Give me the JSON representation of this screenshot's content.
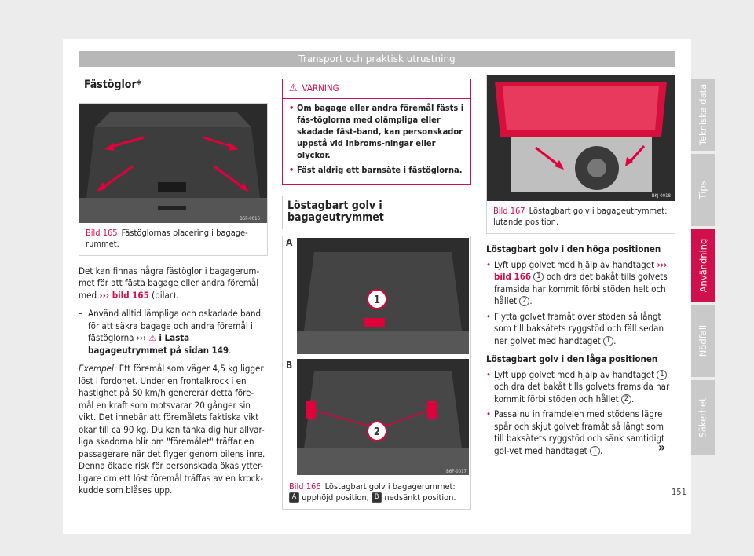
{
  "header": {
    "title": "Transport och praktisk utrustning"
  },
  "col1": {
    "section_title": "Fästöglor*",
    "fig165": {
      "code": "B6F-0016",
      "label": "Bild 165",
      "caption": "Fästöglornas placering i bagage-rummet."
    },
    "p1a": "Det kan finnas några fästöglor i bagagerum-met för att fästa bagage eller andra föremål med ",
    "p1_ref": "››› bild 165",
    "p1b": " (pilar).",
    "dash1a": "Använd alltid lämpliga och oskadade band för att säkra bagage och andra föremål i fästöglorna ››› ",
    "dash1_ref": " i Lasta bagageutrymmet på sidan 149",
    "dash1b": ".",
    "example_label": "Exempel",
    "example_text": ": Ett föremål som väger 4,5 kg ligger löst i fordonet. Under en frontalkrock i en hastighet på 50 km/h genererar detta före-mål en kraft som motsvarar 20 gånger sin vikt. Det innebär att föremålets faktiska vikt ökar till ca 90 kg. Du kan tänka dig hur allvar-liga skadorna blir om \"föremålet\" träffar en passagerare när det flyger genom bilens inre. Denna ökade risk för personskada ökas ytter-ligare om ett löst föremål träffas av en krock-kudde som blåses upp."
  },
  "col2": {
    "warning_title": "VARNING",
    "warn1": "Om bagage eller andra föremål fästs i fäs-töglorna med olämpliga eller skadade fäst-band, kan personskador uppstå vid inbroms-ningar eller olyckor.",
    "warn2": "Fäst aldrig ett barnsäte i fästöglorna.",
    "section_title": "Löstagbart golv i bagageutrymmet",
    "fig166": {
      "code": "B6F-0017",
      "label": "Bild 166",
      "caption_a": "Löstagbart golv i bagagerummet: ",
      "caption_b": " upphöjd position; ",
      "caption_c": " nedsänkt position.",
      "panel_a": "A",
      "panel_b": "B",
      "marker1": "1",
      "marker2": "2"
    }
  },
  "col3": {
    "fig167": {
      "code": "BKJ-0018",
      "label": "Bild 167",
      "caption": "Löstagbart golv i bagageutrymmet: lutande position."
    },
    "h1": "Löstagbart golv i den höga positionen",
    "b1a": "Lyft upp golvet med hjälp av handtaget ",
    "b1_ref": "››› bild 166",
    "b1b": " och dra det bakåt tills golvets framsida har kommit förbi stöden helt och hållet ",
    "b1c": ".",
    "b2a": "Flytta golvet framåt över stöden så långt som till baksätets ryggstöd och fäll sedan ner golvet med handtaget ",
    "b2b": ".",
    "h2": "Löstagbart golv i den låga positionen",
    "b3a": "Lyft upp golvet med hjälp av handtaget ",
    "b3b": " och dra det bakåt tills golvets framsida har kommit förbi stöden och hållet ",
    "b3c": ".",
    "b4a": "Passa nu in framdelen med stödens lägre spår och skjut golvet framåt så långt som till baksätets ryggstöd och sänk samtidigt gol-vet med handtaget ",
    "b4b": ".",
    "n1": "1",
    "n2": "2"
  },
  "sidebar": [
    "Tekniska data",
    "Tips",
    "Användning",
    "Nödfall",
    "Säkerhet"
  ],
  "continue": "»",
  "page_number": "151",
  "colors": {
    "accent": "#d0104c",
    "tab_gray": "#c9c9c9"
  }
}
